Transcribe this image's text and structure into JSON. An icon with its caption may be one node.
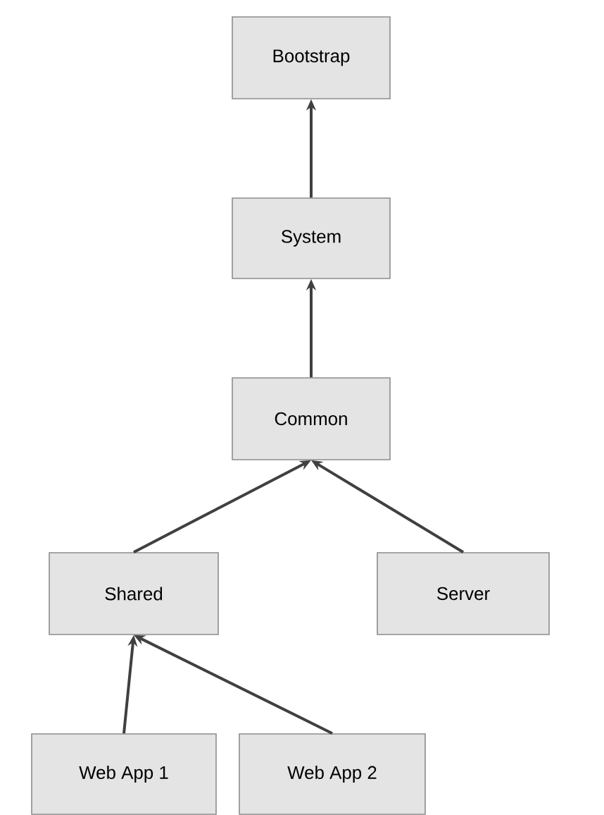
{
  "diagram": {
    "nodes": [
      {
        "text": [
          "Bootstrap"
        ]
      },
      {
        "text": [
          "System"
        ]
      },
      {
        "text": [
          "Common"
        ]
      },
      {
        "text": [
          "Shared"
        ]
      },
      {
        "text": [
          "Server"
        ]
      },
      {
        "text": [
          "Web App 1"
        ]
      },
      {
        "text": [
          "Web App 2"
        ]
      }
    ],
    "edges": [
      {
        "from": 1,
        "to": 0,
        "arrow": "to"
      },
      {
        "from": 2,
        "to": 1,
        "arrow": "to"
      },
      {
        "from": 3,
        "to": 2,
        "arrow": "to"
      },
      {
        "from": 4,
        "to": 2,
        "arrow": "to"
      },
      {
        "from": 5,
        "to": 3,
        "arrow": "to"
      },
      {
        "from": 6,
        "to": 3,
        "arrow": "to"
      }
    ]
  }
}
